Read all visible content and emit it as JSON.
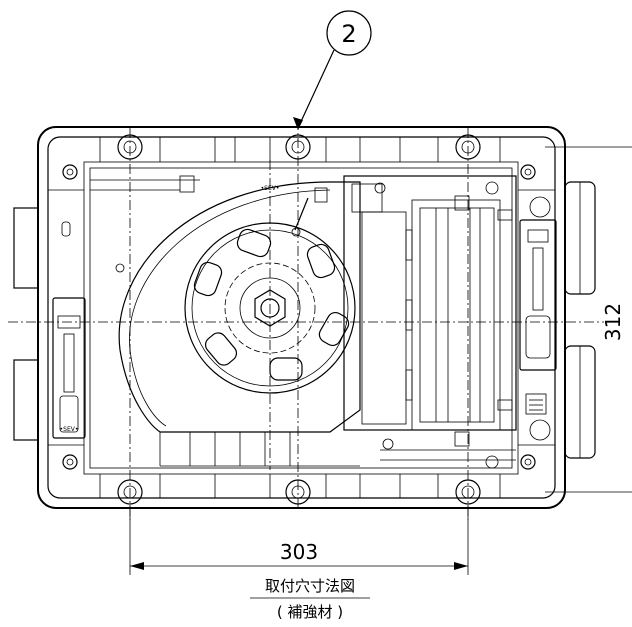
{
  "callout": {
    "number": "2"
  },
  "dimensions": {
    "vertical": "312",
    "horizontal": "303"
  },
  "caption": {
    "title": "取付穴寸法図",
    "subtitle": "( 補強材 )"
  },
  "stamps": {
    "top_small": "•SEV•",
    "left_small": "•SEV•"
  }
}
